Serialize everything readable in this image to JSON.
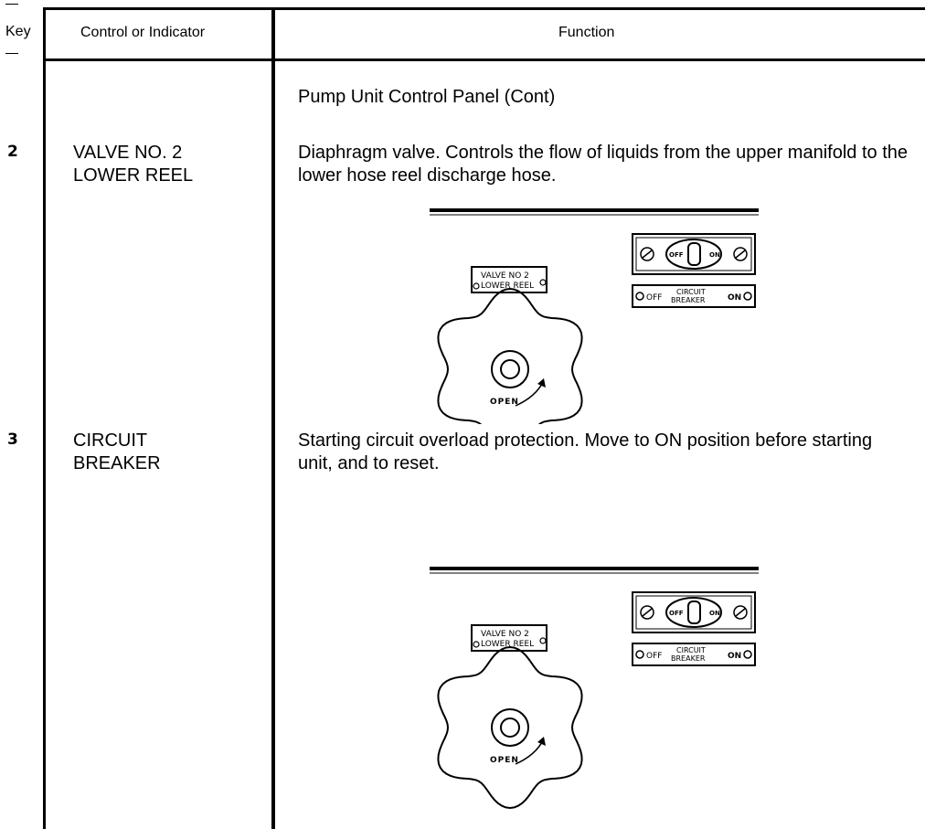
{
  "table": {
    "headers": {
      "key": "Key",
      "control": "Control or Indicator",
      "function": "Function"
    },
    "section_title": "Pump Unit Control Panel (Cont)",
    "rows": [
      {
        "key": "2",
        "control_lines": [
          "VALVE NO. 2",
          "LOWER REEL"
        ],
        "function_text": "Diaphragm valve. Controls the flow of liquids from the upper manifold to the lower hose reel discharge hose."
      },
      {
        "key": "3",
        "control_lines": [
          "CIRCUIT",
          "BREAKER"
        ],
        "function_text": "Starting circuit overload protection. Move to ON position before starting unit, and to reset."
      }
    ]
  },
  "illustration_labels": {
    "valve_plate": [
      "VALVE NO 2",
      "LOWER REEL"
    ],
    "breaker_plate": [
      "CIRCUIT",
      "BREAKER"
    ],
    "breaker_off": "OFF",
    "breaker_on": "ON",
    "switch_off": "OFF",
    "switch_on": "ON",
    "knob_text": "OPEN"
  }
}
